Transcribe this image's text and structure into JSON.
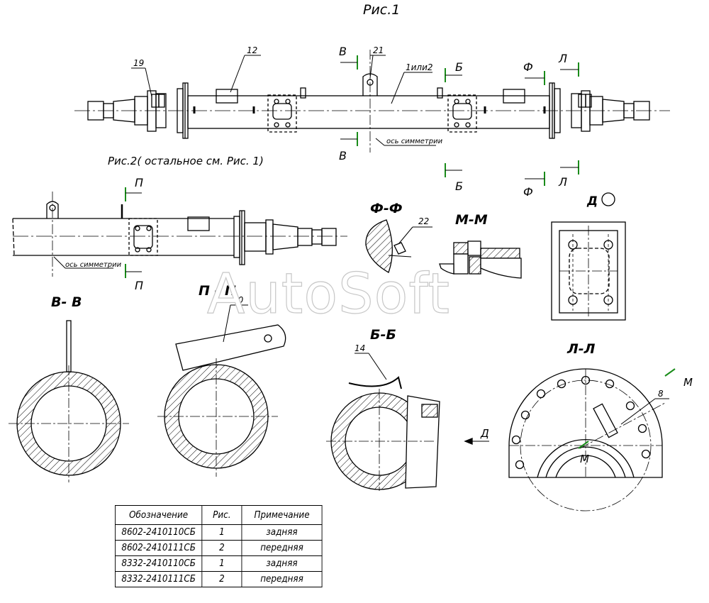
{
  "figures": {
    "fig1_title": "Рис.1",
    "fig2_title": "Рис.2( остальное см. Рис. 1)"
  },
  "callouts": {
    "c12": "12",
    "c19": "19",
    "c21": "21",
    "c1or2": "1или2",
    "c22": "22",
    "c20": "20",
    "c14": "14",
    "c8": "8"
  },
  "section_marks": {
    "V": "В",
    "B": "Б",
    "F": "Ф",
    "L": "Л",
    "P": "П",
    "M": "М"
  },
  "annotations": {
    "symmetry_axis": "ось симметрии",
    "view_D": "Д"
  },
  "section_titles": {
    "FF": "Ф-Ф",
    "MM": "М-М",
    "VV": "В- В",
    "PP": "П - П",
    "BB": "Б-Б",
    "LL": "Л-Л"
  },
  "table": {
    "headers": [
      "Обозначение",
      "Рис.",
      "Примечание"
    ],
    "rows": [
      [
        "8602-2410110СБ",
        "1",
        "задняя"
      ],
      [
        "8602-2410111СБ",
        "2",
        "передняя"
      ],
      [
        "8332-2410110СБ",
        "1",
        "задняя"
      ],
      [
        "8332-2410111СБ",
        "2",
        "передняя"
      ]
    ]
  },
  "watermark": "AutoSoft",
  "colors": {
    "line": "#000000",
    "mark": "#1a8c1a",
    "watermark_outline": "#c7c7c7"
  }
}
